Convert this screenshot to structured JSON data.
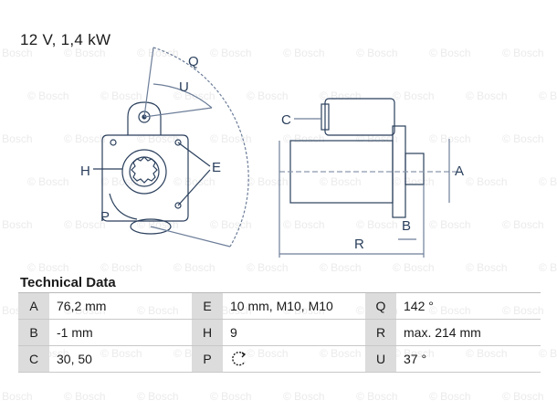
{
  "header": {
    "spec": "12 V, 1,4 kW"
  },
  "watermark": {
    "text": "© Bosch"
  },
  "section": {
    "title": "Technical Data"
  },
  "drawing": {
    "labels": {
      "Q": "Q",
      "U": "U",
      "H": "H",
      "E": "E",
      "P": "P",
      "C": "C",
      "A": "A",
      "B": "B",
      "R": "R"
    }
  },
  "table": {
    "rows": [
      [
        {
          "key": "A",
          "value": "76,2 mm"
        },
        {
          "key": "E",
          "value": "10 mm, M10, M10"
        },
        {
          "key": "Q",
          "value": "142 °"
        }
      ],
      [
        {
          "key": "B",
          "value": "-1 mm"
        },
        {
          "key": "H",
          "value": "9"
        },
        {
          "key": "R",
          "value": "max. 214 mm"
        }
      ],
      [
        {
          "key": "C",
          "value": "30, 50"
        },
        {
          "key": "P",
          "value": "",
          "icon": "rotation-direction-icon"
        },
        {
          "key": "U",
          "value": "37 °"
        }
      ]
    ]
  }
}
